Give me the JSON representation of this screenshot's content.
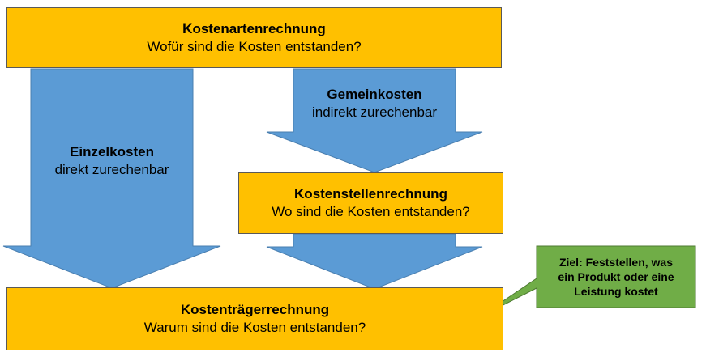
{
  "colors": {
    "box_fill": "#ffc000",
    "arrow_fill": "#5b9bd5",
    "callout_fill": "#70ad47"
  },
  "kostenarten": {
    "title": "Kostenartenrechnung",
    "question": "Wofür sind die Kosten entstanden?"
  },
  "einzelkosten": {
    "title": "Einzelkosten",
    "subtitle": "direkt zurechenbar"
  },
  "gemeinkosten": {
    "title": "Gemeinkosten",
    "subtitle": "indirekt zurechenbar"
  },
  "kostenstellen": {
    "title": "Kostenstellenrechnung",
    "question": "Wo sind die Kosten entstanden?"
  },
  "kostentraeger": {
    "title": "Kostenträgerrechnung",
    "question": "Warum sind die Kosten entstanden?"
  },
  "callout": {
    "line1": "Ziel: Feststellen, was",
    "line2": "ein Produkt oder eine",
    "line3": "Leistung kostet"
  }
}
